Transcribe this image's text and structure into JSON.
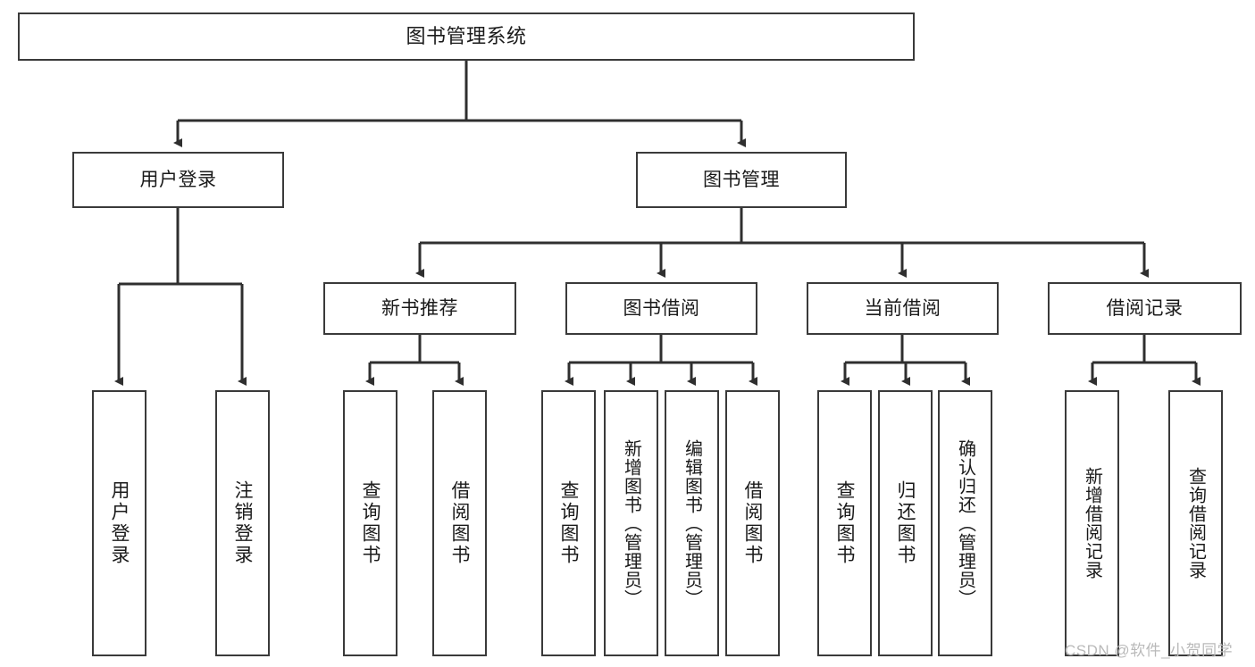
{
  "diagram": {
    "kind": "tree-structure-chart",
    "title": "图书管理系统",
    "watermark": "CSDN @软件_小贺同学",
    "colors": {
      "box_border": "#3a3a3a",
      "connector": "#2f2f2f",
      "background": "#ffffff",
      "text": "#1a1a1a",
      "watermark": "#b9b9b9"
    },
    "nodes": {
      "root": {
        "label": "图书管理系统"
      },
      "level2": [
        {
          "id": "user-login",
          "label": "用户登录"
        },
        {
          "id": "book-management",
          "label": "图书管理"
        }
      ],
      "level3": [
        {
          "id": "new-book-recommend",
          "label": "新书推荐"
        },
        {
          "id": "book-borrow",
          "label": "图书借阅"
        },
        {
          "id": "current-borrow",
          "label": "当前借阅"
        },
        {
          "id": "borrow-record",
          "label": "借阅记录"
        }
      ],
      "leaves": {
        "user_login": [
          {
            "id": "leaf-user-login",
            "label": "用户登录"
          },
          {
            "id": "leaf-logout-login",
            "label": "注销登录"
          }
        ],
        "new_book_recommend": [
          {
            "id": "leaf-query-book-1",
            "label": "查询图书"
          },
          {
            "id": "leaf-borrow-book-1",
            "label": "借阅图书"
          }
        ],
        "book_borrow": [
          {
            "id": "leaf-query-book-2",
            "label": "查询图书"
          },
          {
            "id": "leaf-add-book",
            "label": "新增图书（管理员）"
          },
          {
            "id": "leaf-edit-book",
            "label": "编辑图书（管理员）"
          },
          {
            "id": "leaf-borrow-book-2",
            "label": "借阅图书"
          }
        ],
        "current_borrow": [
          {
            "id": "leaf-query-book-3",
            "label": "查询图书"
          },
          {
            "id": "leaf-return-book",
            "label": "归还图书"
          },
          {
            "id": "leaf-confirm-return",
            "label": "确认归还（管理员）"
          }
        ],
        "borrow_record": [
          {
            "id": "leaf-add-record",
            "label": "新增借阅记录"
          },
          {
            "id": "leaf-query-record",
            "label": "查询借阅记录"
          }
        ]
      }
    }
  }
}
